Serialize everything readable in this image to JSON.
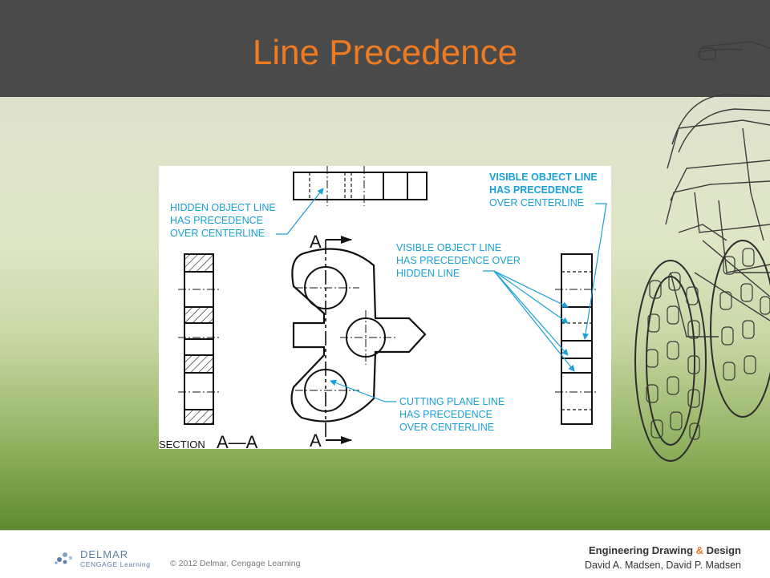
{
  "slide": {
    "title": "Line Precedence"
  },
  "diagram": {
    "labels": {
      "hidden_over_center": [
        "HIDDEN  OBJECT  LINE",
        "HAS  PRECEDENCE",
        "OVER  CENTERLINE"
      ],
      "visible_over_center": [
        "VISIBLE  OBJECT  LINE",
        "HAS  PRECEDENCE",
        "OVER  CENTERLINE"
      ],
      "visible_over_hidden": [
        "VISIBLE  OBJECT  LINE",
        "HAS  PRECEDENCE  OVER",
        "HIDDEN  LINE"
      ],
      "cutting_over_center": [
        "CUTTING  PLANE  LINE",
        "HAS  PRECEDENCE",
        "OVER  CENTERLINE"
      ],
      "section_word": "SECTION",
      "section_letters": "A—A",
      "cut_top": "A",
      "cut_bottom": "A"
    },
    "colors": {
      "callout": "#1aa0d8",
      "ink": "#111111"
    }
  },
  "footer": {
    "brand_top": "DELMAR",
    "brand_bottom": "CENGAGE Learning",
    "copyright": "© 2012  Delmar, Cengage Learning",
    "book_a": "Engineering Drawing ",
    "book_amp": "&",
    "book_b": " Design",
    "authors": "David A. Madsen, David P. Madsen"
  }
}
